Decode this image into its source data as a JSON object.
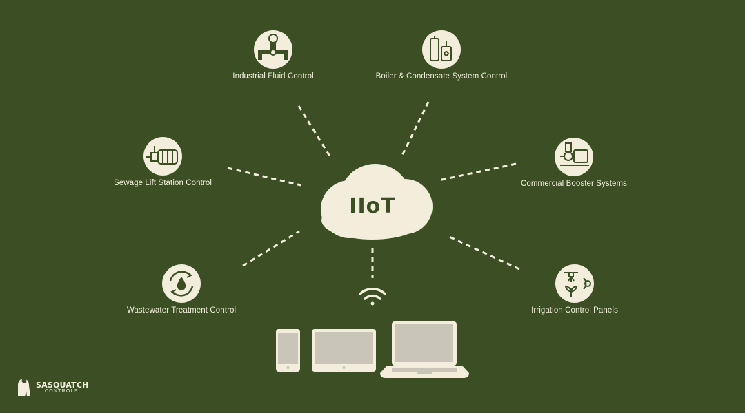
{
  "hub": {
    "label": "IIoT"
  },
  "nodes": [
    {
      "id": "fluid",
      "label": "Industrial Fluid Control",
      "icon": "valve-gauge-icon"
    },
    {
      "id": "boiler",
      "label": "Boiler & Condensate System Control",
      "icon": "boiler-icon"
    },
    {
      "id": "sewage",
      "label": "Sewage Lift Station Control",
      "icon": "pump-motor-icon"
    },
    {
      "id": "booster",
      "label": "Commercial Booster Systems",
      "icon": "booster-pump-icon"
    },
    {
      "id": "waste",
      "label": "Wastewater Treatment Control",
      "icon": "water-recycle-icon"
    },
    {
      "id": "irrig",
      "label": "Irrigation Control Panels",
      "icon": "sprinkler-icon"
    }
  ],
  "devices": [
    "smartphone",
    "tablet",
    "laptop"
  ],
  "brand": {
    "name": "SASQUATCH",
    "sub": "CONTROLS"
  },
  "colors": {
    "background": "#3b4e24",
    "foreground": "#f2eedb",
    "device_screen": "#c9c5b9"
  }
}
